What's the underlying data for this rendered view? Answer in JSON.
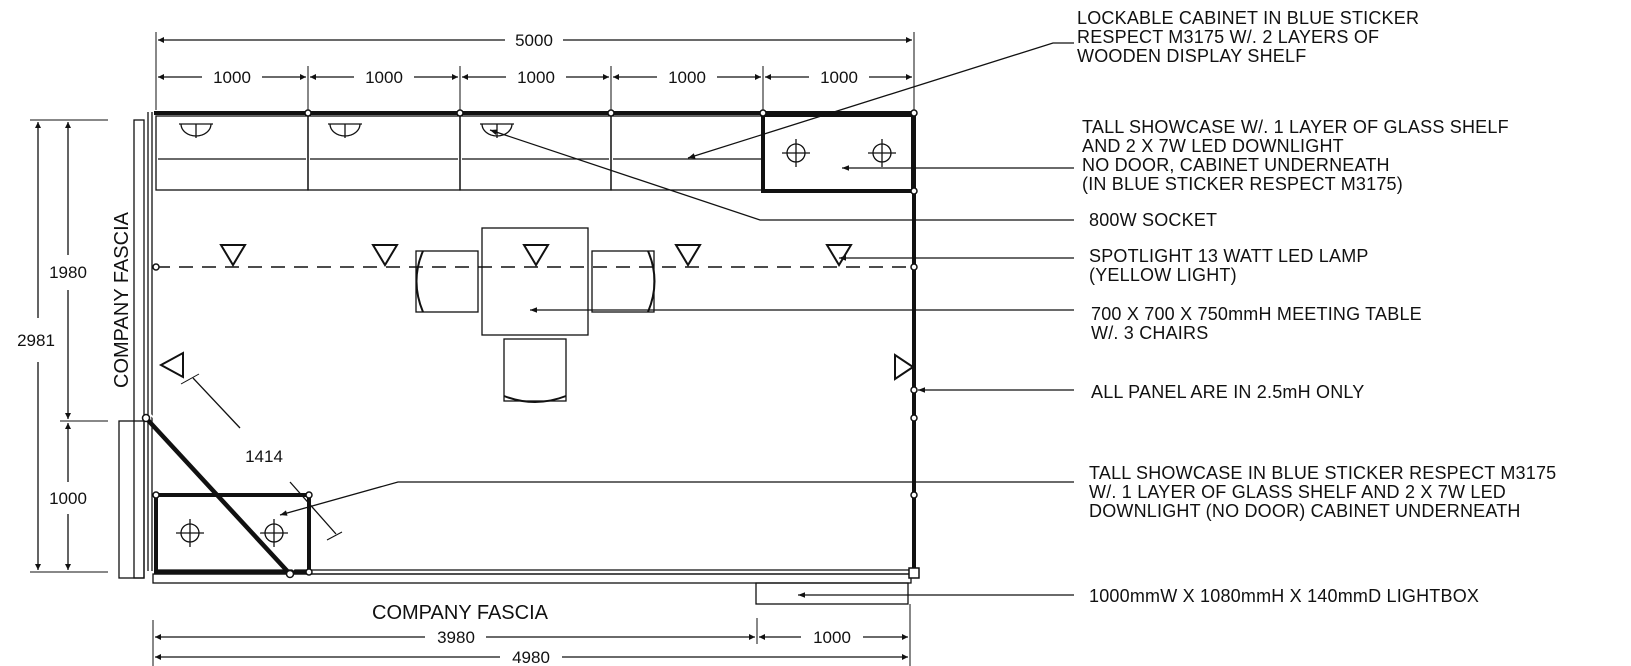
{
  "dimensions": {
    "top_total": "5000",
    "top_segments": [
      "1000",
      "1000",
      "1000",
      "1000",
      "1000"
    ],
    "left_total": "2981",
    "left_upper": "1980",
    "left_lower": "1000",
    "diagonal": "1414",
    "bottom_left": "3980",
    "bottom_right": "1000",
    "bottom_total": "4980"
  },
  "labels": {
    "fascia_left": "COMPANY FASCIA",
    "fascia_bottom": "COMPANY FASCIA"
  },
  "notes": [
    {
      "lines": [
        "LOCKABLE CABINET IN BLUE STICKER",
        "RESPECT M3175 W/. 2 LAYERS OF",
        "WOODEN DISPLAY SHELF"
      ]
    },
    {
      "lines": [
        "TALL SHOWCASE W/. 1 LAYER OF GLASS SHELF",
        "AND 2 X 7W LED DOWNLIGHT",
        "NO DOOR, CABINET UNDERNEATH",
        "(IN BLUE STICKER RESPECT M3175)"
      ]
    },
    {
      "lines": [
        "800W SOCKET"
      ]
    },
    {
      "lines": [
        "SPOTLIGHT 13 WATT LED LAMP",
        "(YELLOW LIGHT)"
      ]
    },
    {
      "lines": [
        "700 X 700 X 750mmH MEETING TABLE",
        "W/. 3 CHAIRS"
      ]
    },
    {
      "lines": [
        "ALL PANEL ARE IN 2.5mH ONLY"
      ]
    },
    {
      "lines": [
        "TALL SHOWCASE IN BLUE STICKER RESPECT M3175",
        "W/. 1 LAYER OF GLASS SHELF AND 2 X 7W LED",
        "DOWNLIGHT (NO DOOR) CABINET UNDERNEATH"
      ]
    },
    {
      "lines": [
        "1000mmW X 1080mmH X 140mmD  LIGHTBOX"
      ]
    }
  ]
}
